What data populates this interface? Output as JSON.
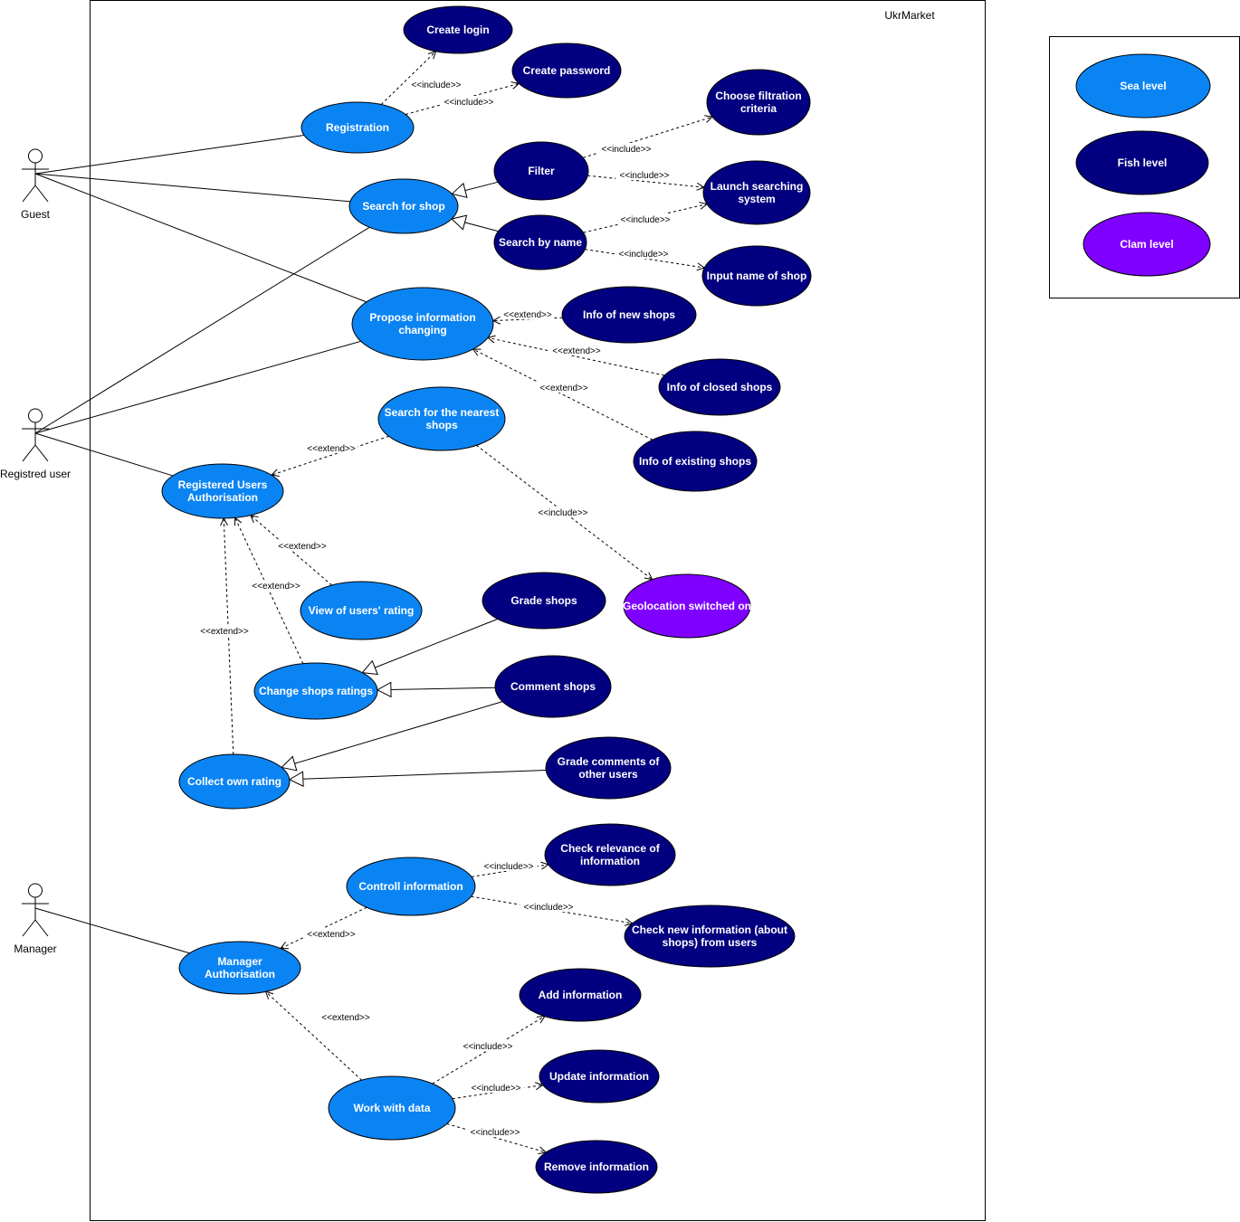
{
  "system": {
    "name": "UkrMarket"
  },
  "colors": {
    "sea": "#0b84f3",
    "fish": "#020080",
    "clam": "#7f00ff",
    "line": "#000000"
  },
  "actors": [
    {
      "id": "guest",
      "name": "Guest"
    },
    {
      "id": "registered",
      "name": "Registred user"
    },
    {
      "id": "manager",
      "name": "Manager"
    }
  ],
  "legend": [
    {
      "level": "sea",
      "label": "Sea level"
    },
    {
      "level": "fish",
      "label": "Fish level"
    },
    {
      "level": "clam",
      "label": "Clam level"
    }
  ],
  "use_cases": [
    {
      "id": "create_login",
      "lines": [
        "Create login"
      ],
      "level": "fish"
    },
    {
      "id": "create_password",
      "lines": [
        "Create password"
      ],
      "level": "fish"
    },
    {
      "id": "registration",
      "lines": [
        "Registration"
      ],
      "level": "sea"
    },
    {
      "id": "choose_filtration",
      "lines": [
        "Choose filtration",
        "criteria"
      ],
      "level": "fish"
    },
    {
      "id": "filter",
      "lines": [
        "Filter"
      ],
      "level": "fish"
    },
    {
      "id": "launch_search",
      "lines": [
        "Launch searching",
        "system"
      ],
      "level": "fish"
    },
    {
      "id": "search_shop",
      "lines": [
        "Search for shop"
      ],
      "level": "sea"
    },
    {
      "id": "search_name",
      "lines": [
        "Search by name"
      ],
      "level": "fish"
    },
    {
      "id": "input_name",
      "lines": [
        "Input name of shop"
      ],
      "level": "fish"
    },
    {
      "id": "propose_info",
      "lines": [
        "Propose information",
        "changing"
      ],
      "level": "sea"
    },
    {
      "id": "info_new",
      "lines": [
        "Info of new shops"
      ],
      "level": "fish"
    },
    {
      "id": "info_closed",
      "lines": [
        "Info of closed shops"
      ],
      "level": "fish"
    },
    {
      "id": "info_existing",
      "lines": [
        "Info of existing shops"
      ],
      "level": "fish"
    },
    {
      "id": "search_nearest",
      "lines": [
        "Search for the nearest",
        "shops"
      ],
      "level": "sea"
    },
    {
      "id": "reg_auth",
      "lines": [
        "Registered Users",
        "Authorisation"
      ],
      "level": "sea"
    },
    {
      "id": "geolocation",
      "lines": [
        "Geolocation switched on"
      ],
      "level": "clam"
    },
    {
      "id": "grade_shops",
      "lines": [
        "Grade shops"
      ],
      "level": "fish"
    },
    {
      "id": "view_rating",
      "lines": [
        "View of users' rating"
      ],
      "level": "sea"
    },
    {
      "id": "comment_shops",
      "lines": [
        "Comment shops"
      ],
      "level": "fish"
    },
    {
      "id": "change_ratings",
      "lines": [
        "Change shops ratings"
      ],
      "level": "sea"
    },
    {
      "id": "grade_comments",
      "lines": [
        "Grade comments of",
        "other users"
      ],
      "level": "fish"
    },
    {
      "id": "collect_rating",
      "lines": [
        "Collect own rating"
      ],
      "level": "sea"
    },
    {
      "id": "check_relevance",
      "lines": [
        "Check relevance of",
        "information"
      ],
      "level": "fish"
    },
    {
      "id": "control_info",
      "lines": [
        "Controll information"
      ],
      "level": "sea"
    },
    {
      "id": "check_new_info",
      "lines": [
        "Check new information (about",
        "shops) from users"
      ],
      "level": "fish"
    },
    {
      "id": "manager_auth",
      "lines": [
        "Manager",
        "Authorisation"
      ],
      "level": "sea"
    },
    {
      "id": "add_info",
      "lines": [
        "Add information"
      ],
      "level": "fish"
    },
    {
      "id": "update_info",
      "lines": [
        "Update information"
      ],
      "level": "fish"
    },
    {
      "id": "work_data",
      "lines": [
        "Work with data"
      ],
      "level": "sea"
    },
    {
      "id": "remove_info",
      "lines": [
        "Remove information"
      ],
      "level": "fish"
    }
  ],
  "associations": [
    {
      "actor": "guest",
      "target": "registration"
    },
    {
      "actor": "guest",
      "target": "search_shop"
    },
    {
      "actor": "guest",
      "target": "propose_info"
    },
    {
      "actor": "registered",
      "target": "search_shop"
    },
    {
      "actor": "registered",
      "target": "propose_info"
    },
    {
      "actor": "registered",
      "target": "reg_auth"
    },
    {
      "actor": "manager",
      "target": "manager_auth"
    }
  ],
  "dependencies": [
    {
      "from": "registration",
      "to": "create_login",
      "label": "<<include>>"
    },
    {
      "from": "registration",
      "to": "create_password",
      "label": "<<include>>"
    },
    {
      "from": "filter",
      "to": "choose_filtration",
      "label": "<<include>>"
    },
    {
      "from": "filter",
      "to": "launch_search",
      "label": "<<include>>"
    },
    {
      "from": "search_name",
      "to": "launch_search",
      "label": "<<include>>"
    },
    {
      "from": "search_name",
      "to": "input_name",
      "label": "<<include>>"
    },
    {
      "from": "info_new",
      "to": "propose_info",
      "label": "<<extend>>"
    },
    {
      "from": "info_closed",
      "to": "propose_info",
      "label": "<<extend>>"
    },
    {
      "from": "info_existing",
      "to": "propose_info",
      "label": "<<extend>>"
    },
    {
      "from": "search_nearest",
      "to": "reg_auth",
      "label": "<<extend>>"
    },
    {
      "from": "search_nearest",
      "to": "geolocation",
      "label": "<<include>>"
    },
    {
      "from": "view_rating",
      "to": "reg_auth",
      "label": "<<extend>>"
    },
    {
      "from": "change_ratings",
      "to": "reg_auth",
      "label": "<<extend>>"
    },
    {
      "from": "collect_rating",
      "to": "reg_auth",
      "label": "<<extend>>"
    },
    {
      "from": "control_info",
      "to": "check_relevance",
      "label": "<<include>>"
    },
    {
      "from": "control_info",
      "to": "check_new_info",
      "label": "<<include>>"
    },
    {
      "from": "control_info",
      "to": "manager_auth",
      "label": "<<extend>>"
    },
    {
      "from": "work_data",
      "to": "manager_auth",
      "label": "<<extend>>"
    },
    {
      "from": "work_data",
      "to": "add_info",
      "label": "<<include>>"
    },
    {
      "from": "work_data",
      "to": "update_info",
      "label": "<<include>>"
    },
    {
      "from": "work_data",
      "to": "remove_info",
      "label": "<<include>>"
    }
  ],
  "generalizations": [
    {
      "child": "filter",
      "parent": "search_shop"
    },
    {
      "child": "search_name",
      "parent": "search_shop"
    },
    {
      "child": "grade_shops",
      "parent": "change_ratings"
    },
    {
      "child": "comment_shops",
      "parent": "change_ratings"
    },
    {
      "child": "comment_shops",
      "parent": "collect_rating"
    },
    {
      "child": "grade_comments",
      "parent": "collect_rating"
    }
  ]
}
